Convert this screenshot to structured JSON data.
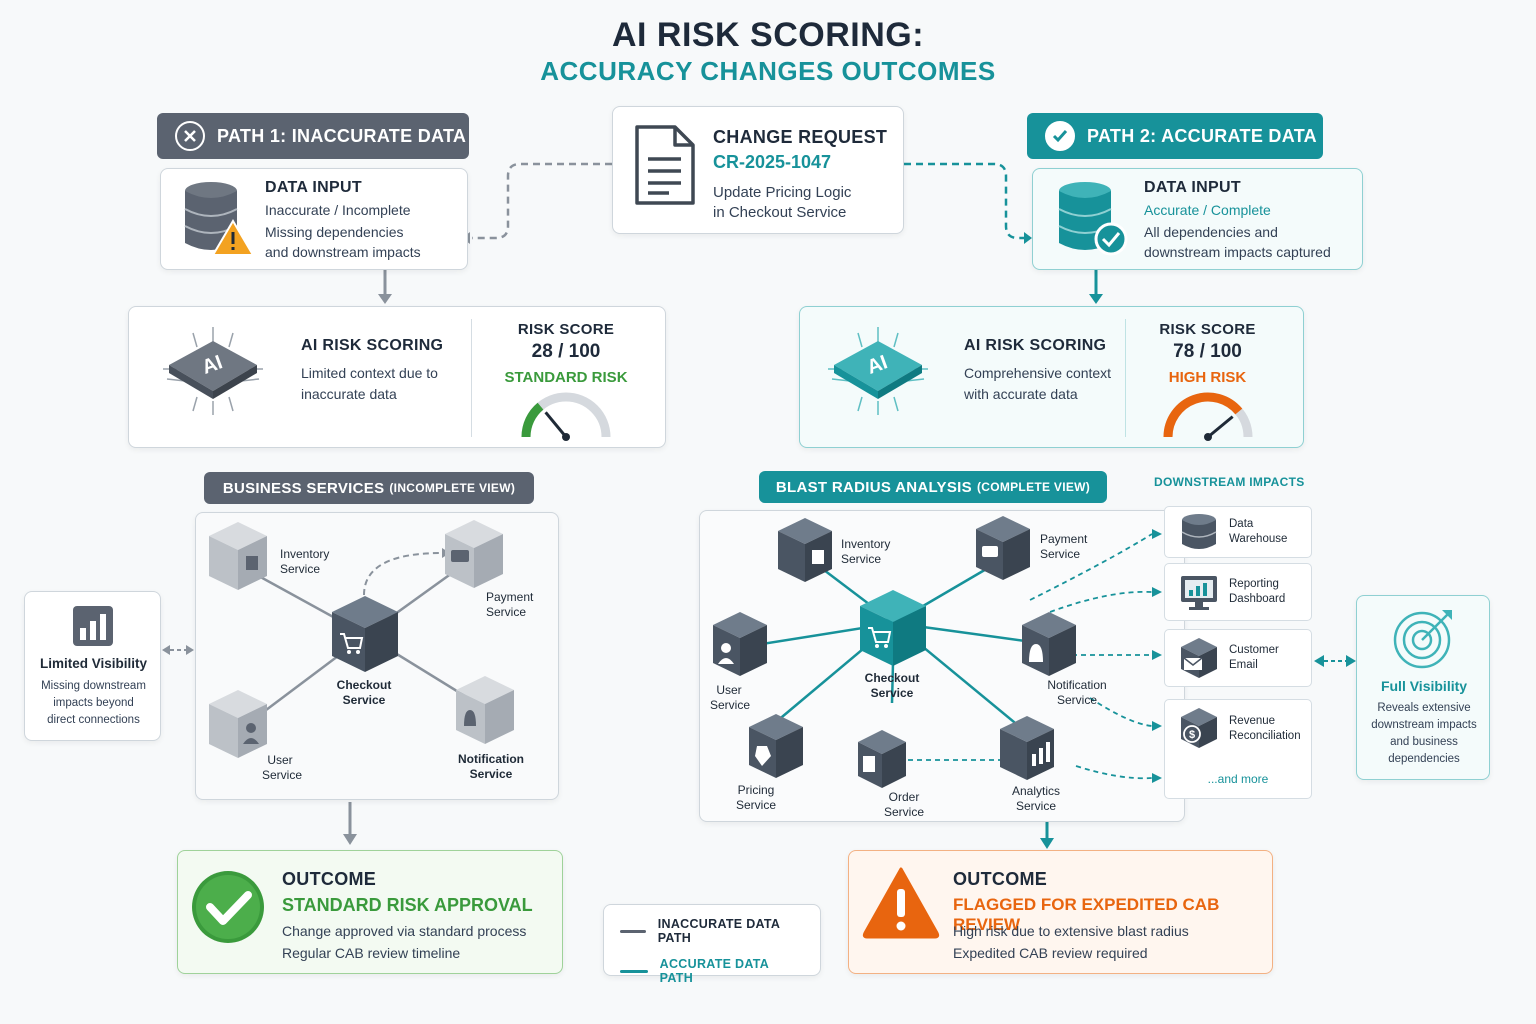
{
  "title": "AI RISK SCORING:",
  "subtitle": "ACCURACY CHANGES OUTCOMES",
  "change_request": {
    "heading": "CHANGE REQUEST",
    "id": "CR-2025-1047",
    "desc1": "Update Pricing Logic",
    "desc2": "in Checkout Service"
  },
  "path1": {
    "banner": "PATH 1: INACCURATE DATA",
    "input_heading": "DATA INPUT",
    "input_line1": "Inaccurate / Incomplete",
    "input_line2": "Missing dependencies",
    "input_line3": "and downstream impacts",
    "ai_heading": "AI RISK SCORING",
    "ai_line1": "Limited context due to",
    "ai_line2": "inaccurate data",
    "score_heading": "RISK SCORE",
    "score": "28 / 100",
    "score_label": "STANDARD RISK",
    "score_value": 28,
    "section_banner": "BUSINESS SERVICES",
    "section_banner_small": "(INCOMPLETE VIEW)",
    "services": {
      "inventory": [
        "Inventory",
        "Service"
      ],
      "payment": [
        "Payment",
        "Service"
      ],
      "checkout": [
        "Checkout",
        "Service"
      ],
      "user": [
        "User",
        "Service"
      ],
      "notification": [
        "Notification",
        "Service"
      ]
    },
    "visibility_heading": "Limited Visibility",
    "visibility_line1": "Missing downstream",
    "visibility_line2": "impacts beyond",
    "visibility_line3": "direct connections",
    "outcome_heading": "OUTCOME",
    "outcome_title": "STANDARD RISK APPROVAL",
    "outcome_line1": "Change approved via standard process",
    "outcome_line2": "Regular CAB review timeline"
  },
  "path2": {
    "banner": "PATH 2: ACCURATE DATA",
    "input_heading": "DATA INPUT",
    "input_line1": "Accurate / Complete",
    "input_line2": "All dependencies and",
    "input_line3": "downstream impacts captured",
    "ai_heading": "AI RISK SCORING",
    "ai_line1": "Comprehensive context",
    "ai_line2": "with accurate data",
    "score_heading": "RISK SCORE",
    "score": "78 / 100",
    "score_label": "HIGH RISK",
    "score_value": 78,
    "section_banner": "BLAST RADIUS ANALYSIS",
    "section_banner_small": "(COMPLETE VIEW)",
    "downstream_heading": "DOWNSTREAM IMPACTS",
    "services": {
      "inventory": [
        "Inventory",
        "Service"
      ],
      "payment": [
        "Payment",
        "Service"
      ],
      "checkout": [
        "Checkout",
        "Service"
      ],
      "user": [
        "User",
        "Service"
      ],
      "notification": [
        "Notification",
        "Service"
      ],
      "pricing": [
        "Pricing",
        "Service"
      ],
      "order": [
        "Order",
        "Service"
      ],
      "analytics": [
        "Analytics",
        "Service"
      ]
    },
    "downstream": [
      [
        "Data",
        "Warehouse"
      ],
      [
        "Reporting",
        "Dashboard"
      ],
      [
        "Customer",
        "Email"
      ],
      [
        "Revenue",
        "Reconciliation"
      ]
    ],
    "and_more": "...and more",
    "visibility_heading": "Full Visibility",
    "visibility_line1": "Reveals extensive",
    "visibility_line2": "downstream impacts",
    "visibility_line3": "and business",
    "visibility_line4": "dependencies",
    "outcome_heading": "OUTCOME",
    "outcome_title": "FLAGGED FOR EXPEDITED CAB REVIEW",
    "outcome_line1": "High risk due to extensive blast radius",
    "outcome_line2": "Expedited CAB review required"
  },
  "legend": {
    "inaccurate": "INACCURATE DATA PATH",
    "accurate": "ACCURATE DATA PATH"
  },
  "ai_chip_text": "AI",
  "colors": {
    "teal": "#17929a",
    "gray": "#5b6370",
    "green": "#3a9a3c",
    "orange": "#e8650f"
  }
}
